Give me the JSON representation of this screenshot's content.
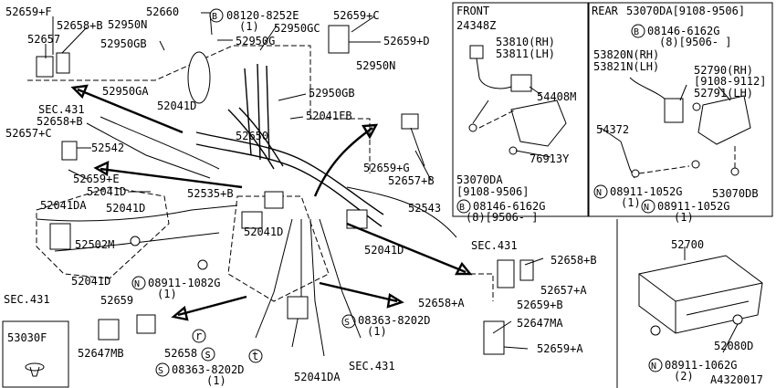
{
  "panels": {
    "front_title": "FRONT",
    "rear_title": "REAR",
    "catalog": "A4320017"
  },
  "labels": [
    "52659+F",
    "52658+B",
    "52657",
    "52660",
    "08120-8252E",
    "(1)",
    "52659+C",
    "52950N",
    "52950GB",
    "52950G",
    "52950GC",
    "52659+D",
    "52950N",
    "52950GA",
    "52950GB",
    "52041D",
    "52041FB",
    "SEC.431",
    "52658+B",
    "52657+C",
    "52542",
    "52650",
    "52659+G",
    "52657+B",
    "52659+E",
    "52041D",
    "52535+B",
    "52041DA",
    "52041D",
    "52543",
    "52041D",
    "52502M",
    "52041D",
    "SEC.431",
    "52041D",
    "08911-1082G",
    "(1)",
    "SEC.431",
    "52658+B",
    "52657+A",
    "52659+B",
    "52658+A",
    "52659",
    "08363-8202D",
    "(1)",
    "52647MA",
    "52647MB",
    "52658",
    "52659+A",
    "08363-8202D",
    "(1)",
    "52041DA",
    "SEC.431",
    "53030F",
    "24348Z",
    "53810(RH)",
    "53811(LH)",
    "54408M",
    "76913Y",
    "53070DA",
    "[9108-9506]",
    "08146-6162G",
    "(8)[9506-   ]",
    "53070DA[9108-9506]",
    "08146-6162G",
    "(8)[9506-   ]",
    "53820N(RH)",
    "53821N(LH)",
    "52790(RH)",
    "[9108-9112]",
    "52791(LH)",
    "54372",
    "08911-1052G",
    "(1)",
    "53070DB",
    "08911-1052G",
    "(1)",
    "52700",
    "52080D",
    "08911-1062G",
    "(2)",
    "r",
    "s",
    "t"
  ],
  "markers": [
    "B",
    "N",
    "N",
    "S",
    "S",
    "B",
    "B",
    "N",
    "N",
    "N"
  ]
}
